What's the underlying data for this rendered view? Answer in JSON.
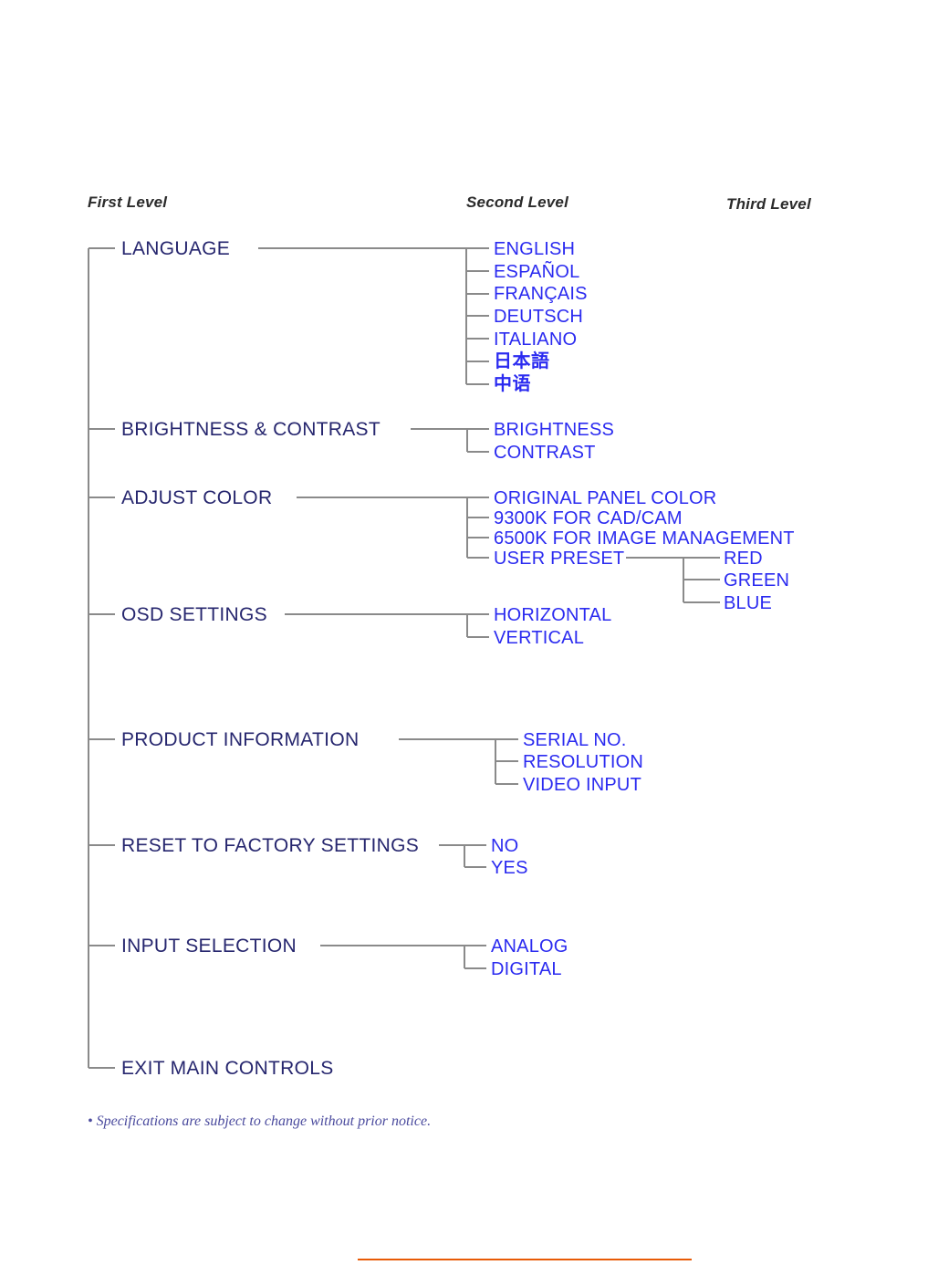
{
  "headers": {
    "first": "First Level",
    "second": "Second Level",
    "third": "Third Level"
  },
  "colors": {
    "level1_text": "#26266e",
    "level2_text": "#2b2bf0",
    "level3_text": "#2b2bf0",
    "line": "#8a8a8a",
    "header_text": "#2b2b2b",
    "footnote_text": "#4b4b9e",
    "bottom_rule": "#e85a06"
  },
  "menu": {
    "items": [
      {
        "label": "LANGUAGE",
        "children": [
          {
            "label": "ENGLISH"
          },
          {
            "label": "ESPAÑOL"
          },
          {
            "label": "FRANÇAIS"
          },
          {
            "label": "DEUTSCH"
          },
          {
            "label": "ITALIANO"
          },
          {
            "label": "日本語"
          },
          {
            "label": "中语"
          }
        ]
      },
      {
        "label": "BRIGHTNESS & CONTRAST",
        "children": [
          {
            "label": "BRIGHTNESS"
          },
          {
            "label": "CONTRAST"
          }
        ]
      },
      {
        "label": "ADJUST COLOR",
        "children": [
          {
            "label": "ORIGINAL PANEL COLOR"
          },
          {
            "label": "9300K FOR CAD/CAM"
          },
          {
            "label": "6500K FOR IMAGE MANAGEMENT"
          },
          {
            "label": "USER PRESET",
            "children": [
              {
                "label": "RED"
              },
              {
                "label": "GREEN"
              },
              {
                "label": "BLUE"
              }
            ]
          }
        ]
      },
      {
        "label": "OSD SETTINGS",
        "children": [
          {
            "label": "HORIZONTAL"
          },
          {
            "label": "VERTICAL"
          }
        ]
      },
      {
        "label": "PRODUCT INFORMATION",
        "children": [
          {
            "label": "SERIAL NO."
          },
          {
            "label": "RESOLUTION"
          },
          {
            "label": "VIDEO INPUT"
          }
        ]
      },
      {
        "label": "RESET TO FACTORY SETTINGS",
        "children": [
          {
            "label": "NO"
          },
          {
            "label": "YES"
          }
        ]
      },
      {
        "label": "INPUT SELECTION",
        "children": [
          {
            "label": "ANALOG"
          },
          {
            "label": "DIGITAL"
          }
        ]
      },
      {
        "label": "EXIT MAIN CONTROLS",
        "children": []
      }
    ]
  },
  "footnote": "• Specifications are subject to change without prior notice."
}
